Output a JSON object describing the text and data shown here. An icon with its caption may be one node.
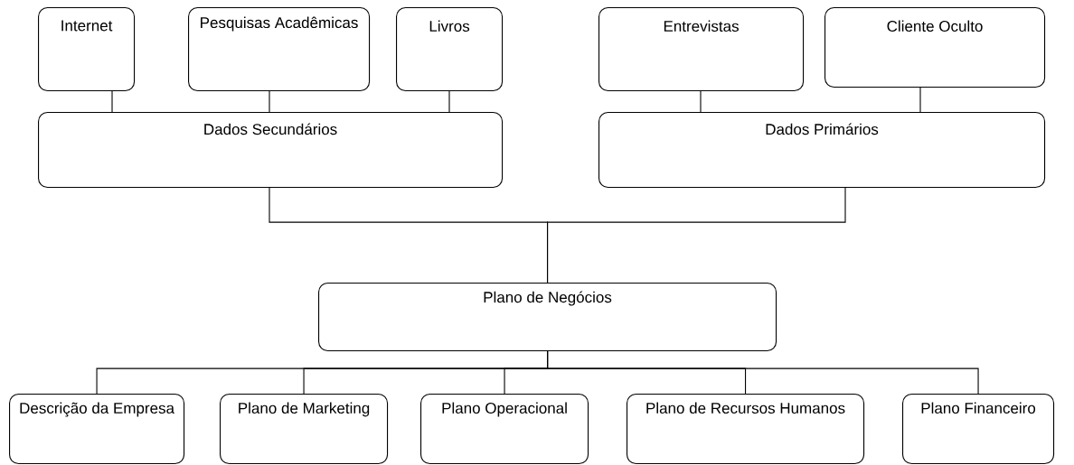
{
  "diagram": {
    "nodes": [
      {
        "text": [
          "Internet"
        ]
      },
      {
        "text": [
          "Pesquisas Acadêmicas"
        ]
      },
      {
        "text": [
          "Livros"
        ]
      },
      {
        "text": [
          "Entrevistas"
        ]
      },
      {
        "text": [
          "Cliente Oculto"
        ]
      },
      {
        "text": [
          "Dados Secundários"
        ]
      },
      {
        "text": [
          "Dados Primários"
        ]
      },
      {
        "text": [
          "Plano de Negócios"
        ]
      },
      {
        "text": [
          "Descrição da Empresa"
        ]
      },
      {
        "text": [
          "Plano de Marketing"
        ]
      },
      {
        "text": [
          "Plano Operacional"
        ]
      },
      {
        "text": [
          "Plano de Recursos Humanos"
        ]
      },
      {
        "text": [
          "Plano Financeiro"
        ]
      }
    ],
    "edges": [
      {
        "from": 0,
        "to": 5,
        "arrow": "none"
      },
      {
        "from": 1,
        "to": 5,
        "arrow": "none"
      },
      {
        "from": 2,
        "to": 5,
        "arrow": "none"
      },
      {
        "from": 3,
        "to": 6,
        "arrow": "none"
      },
      {
        "from": 4,
        "to": 6,
        "arrow": "none"
      },
      {
        "from": 5,
        "to": 7,
        "arrow": "none"
      },
      {
        "from": 6,
        "to": 7,
        "arrow": "none"
      },
      {
        "from": 7,
        "to": 8,
        "arrow": "none"
      },
      {
        "from": 7,
        "to": 9,
        "arrow": "none"
      },
      {
        "from": 7,
        "to": 10,
        "arrow": "none"
      },
      {
        "from": 7,
        "to": 11,
        "arrow": "none"
      },
      {
        "from": 7,
        "to": 12,
        "arrow": "none"
      }
    ]
  }
}
